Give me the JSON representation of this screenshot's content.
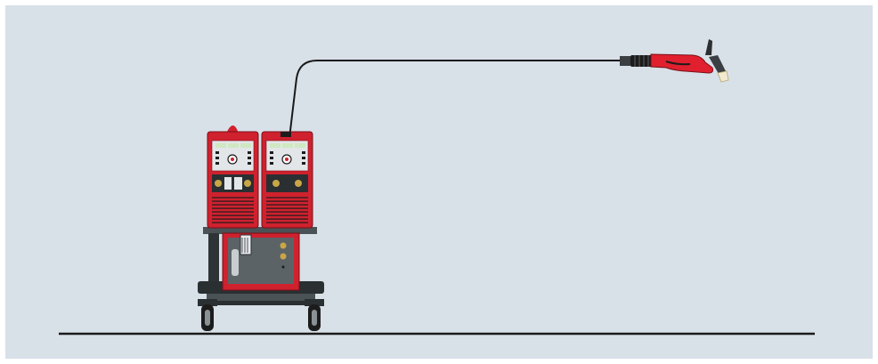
{
  "diagram": {
    "subject": "welding-system-with-trolley-and-torch",
    "colors": {
      "background": "#d8e0e8",
      "panel_border": "#ffffff",
      "machine_red": "#d0212e",
      "machine_dark_red": "#a6141f",
      "panel_gray": "#e2e6e9",
      "display_green": "#cfe8c0",
      "steel": "#4a5256",
      "dark": "#1c1c1c",
      "floor_line": "#1a1a1a",
      "cable": "#1a1a1a",
      "torch_red": "#e0202e",
      "gas_bottle": "#c9cdd1",
      "brass": "#c9a646"
    },
    "components": [
      "welding-power-source",
      "wire-feeder-unit",
      "cooling-unit",
      "trolley",
      "hose-pack-cable",
      "welding-torch",
      "floor"
    ]
  }
}
